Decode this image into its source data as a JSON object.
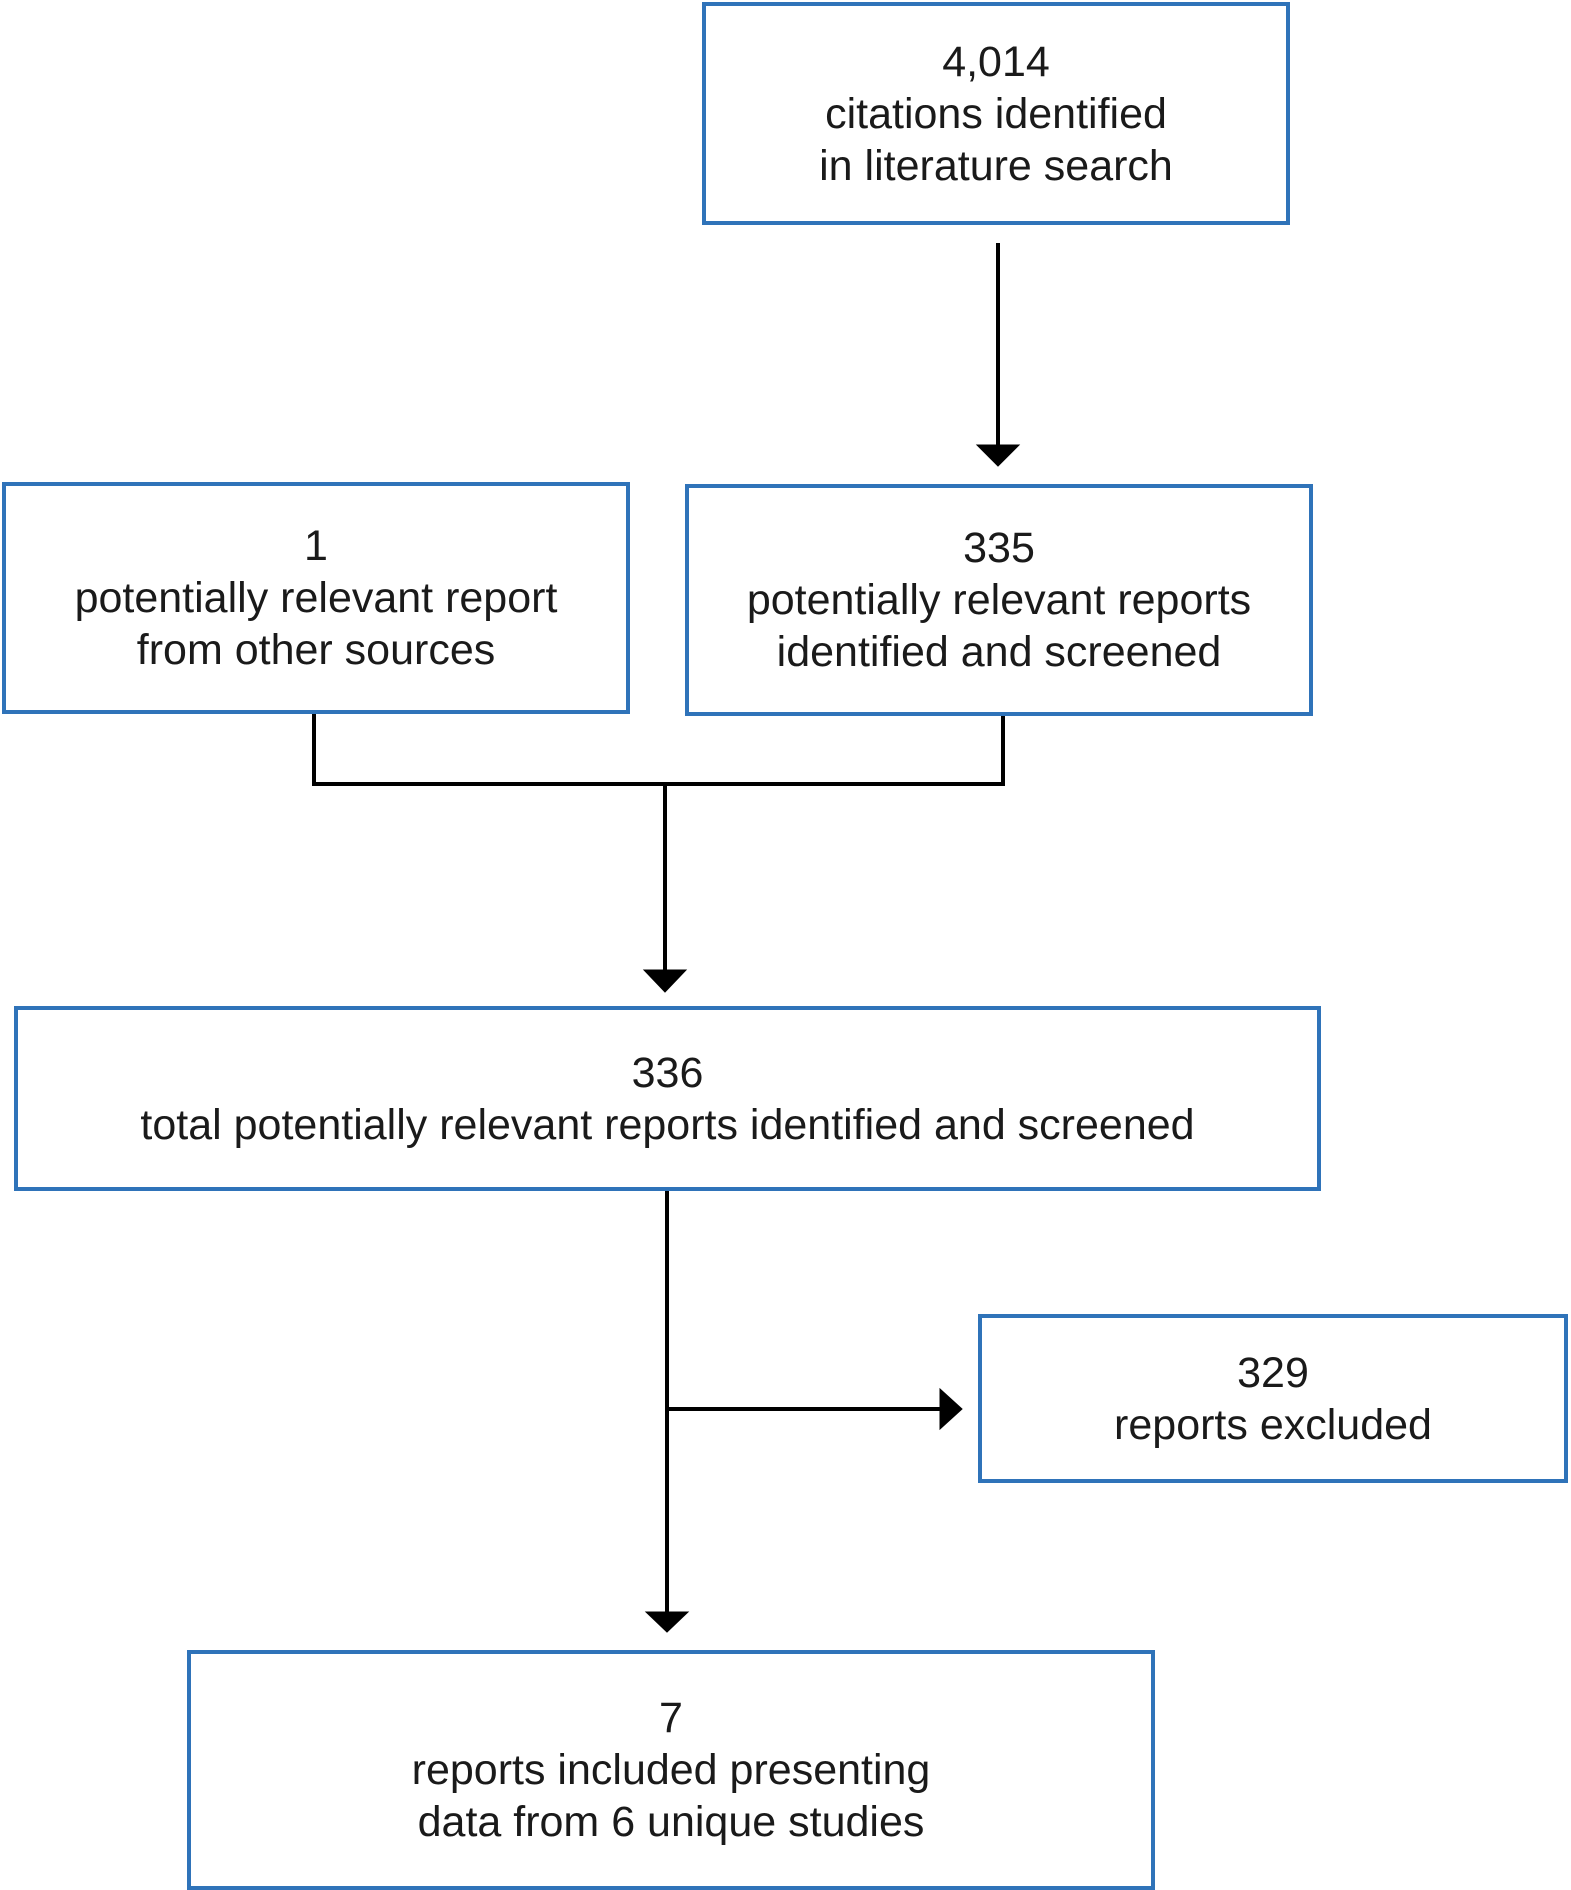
{
  "colors": {
    "box_border": "#2f73b9",
    "connector": "#000000",
    "text": "#1a1a1a",
    "background": "#ffffff"
  },
  "boxes": {
    "citations": {
      "count": "4,014",
      "line1": "citations identified",
      "line2": "in literature search"
    },
    "other_sources": {
      "count": "1",
      "line1": "potentially relevant report",
      "line2": "from other sources"
    },
    "screened": {
      "count": "335",
      "line1": "potentially relevant reports",
      "line2": "identified and screened"
    },
    "total": {
      "count": "336",
      "line1": "total potentially relevant reports identified and screened"
    },
    "excluded": {
      "count": "329",
      "line1": "reports excluded"
    },
    "included": {
      "count": "7",
      "line1": "reports included presenting",
      "line2": "data from 6 unique studies"
    }
  }
}
